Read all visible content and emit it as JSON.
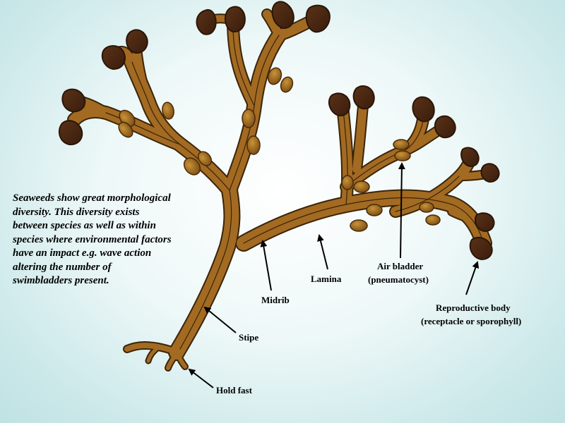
{
  "description": "Seaweeds show great morphological\ndiversity. This diversity exists\nbetween species as well as within\nspecies where environmental factors\nhave an impact e.g. wave action\naltering the number of\nswimbladders present.",
  "labels": {
    "holdfast": "Hold fast",
    "stipe": "Stipe",
    "midrib": "Midrib",
    "lamina": "Lamina",
    "air_bladder": "Air bladder",
    "air_bladder_sub": "(pneumatocyst)",
    "reproductive": "Reproductive body",
    "reproductive_sub": "(receptacle or sporophyll)"
  },
  "colors": {
    "frond": "#a36a22",
    "frond_outline": "#3b2408",
    "receptacle": "#4a2712",
    "bladder": "#9a6418"
  }
}
